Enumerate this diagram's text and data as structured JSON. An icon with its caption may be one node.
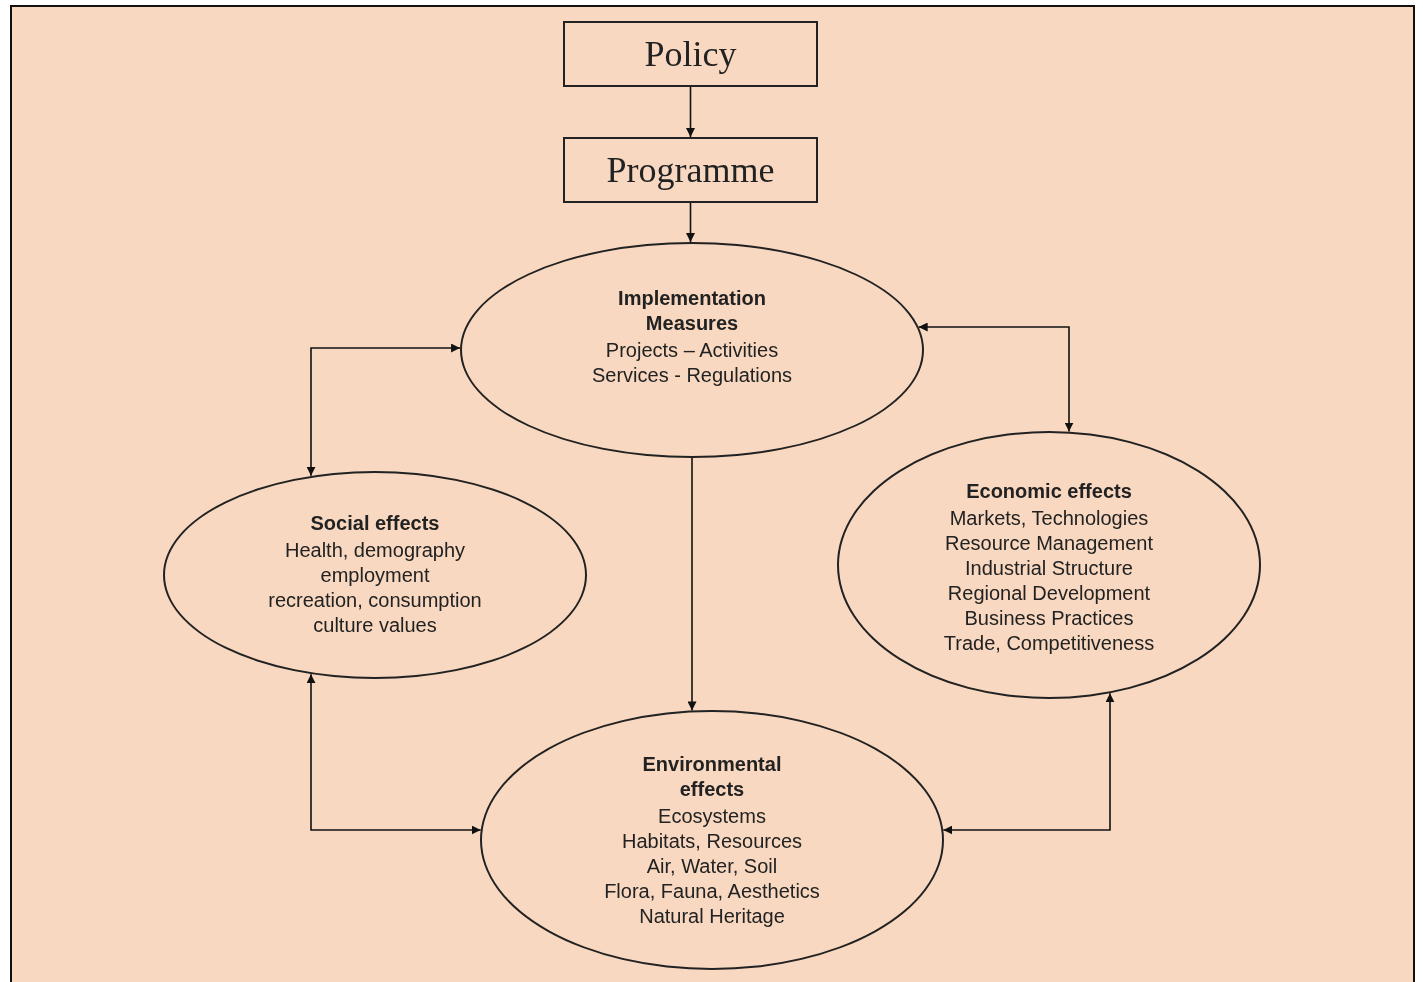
{
  "diagram": {
    "nodes": [
      {
        "text": [
          "Policy"
        ]
      },
      {
        "text": [
          "Programme"
        ]
      },
      {
        "text": [
          "Implementation Measures",
          "Projects – Activities",
          "Services - Regulations"
        ]
      },
      {
        "text": [
          "Social effects",
          "Health, demography",
          "employment",
          "recreation, consumption",
          "culture values"
        ]
      },
      {
        "text": [
          "Economic effects",
          "Markets, Technologies",
          "Resource Management",
          "Industrial Structure",
          "Regional Development",
          "Business Practices",
          "Trade, Competitiveness"
        ]
      },
      {
        "text": [
          "Environmental effects",
          "Ecosystems",
          "Habitats, Resources",
          "Air, Water, Soil",
          "Flora, Fauna, Aesthetics",
          "Natural Heritage"
        ]
      }
    ],
    "edges": [
      {
        "from": 0,
        "to": 1,
        "arrow": "to"
      },
      {
        "from": 1,
        "to": 2,
        "arrow": "to"
      },
      {
        "from": 2,
        "to": 3,
        "arrow": "both"
      },
      {
        "from": 2,
        "to": 4,
        "arrow": "both"
      },
      {
        "from": 2,
        "to": 5,
        "arrow": "to"
      },
      {
        "from": 3,
        "to": 5,
        "arrow": "both"
      },
      {
        "from": 4,
        "to": 5,
        "arrow": "both"
      }
    ]
  }
}
